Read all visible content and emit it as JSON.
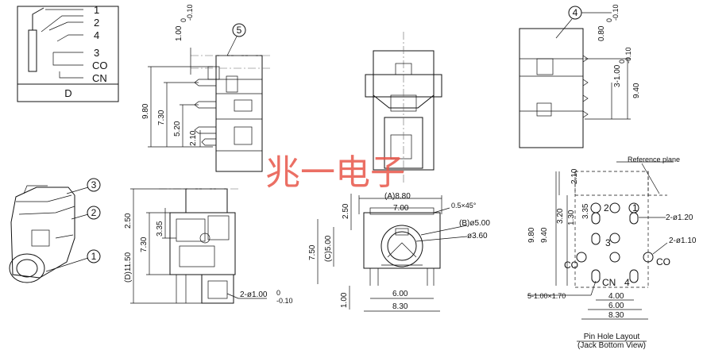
{
  "schematic": {
    "pins": [
      "1",
      "2",
      "4",
      "3",
      "CO",
      "CN"
    ],
    "variant": "D"
  },
  "side_view": {
    "callout": "5",
    "dims": [
      "1.00",
      "0",
      "-0.10",
      "9.80",
      "7.30",
      "5.20",
      "2.10"
    ]
  },
  "right_view": {
    "callout": "4",
    "dims": [
      "0.80",
      "0",
      "-0.10",
      "3-1.00",
      "0",
      "-0.10",
      "9.40"
    ]
  },
  "iso_view": {
    "callouts": [
      "3",
      "2",
      "1"
    ]
  },
  "front_view": {
    "dims": [
      "2.50",
      "3.35",
      "7.30",
      "(D)11.50",
      "2-ø1.00",
      "0",
      "-0.10"
    ]
  },
  "bottom_view": {
    "dims": [
      "(A)8.80",
      "7.00",
      "2.50",
      "0.5×45°",
      "(B)ø5.00",
      "(C)5.00",
      "ø3.60",
      "7.50",
      "6.00",
      "8.30",
      "1.00"
    ]
  },
  "layout_view": {
    "reference": "Reference plane",
    "dims": [
      "2.10",
      "3.35",
      "3.20",
      "1.30",
      "9.80",
      "9.40",
      "2-ø1.20",
      "2-ø1.10",
      "5-1.00×1.70",
      "4.00",
      "6.00",
      "8.30"
    ],
    "pins": [
      "2",
      "1",
      "3",
      "CO",
      "CO",
      "CN",
      "4"
    ],
    "caption_line1": "Pin Hole Layout",
    "caption_line2": "(Jack Bottom View)"
  },
  "watermark": "兆一电子"
}
